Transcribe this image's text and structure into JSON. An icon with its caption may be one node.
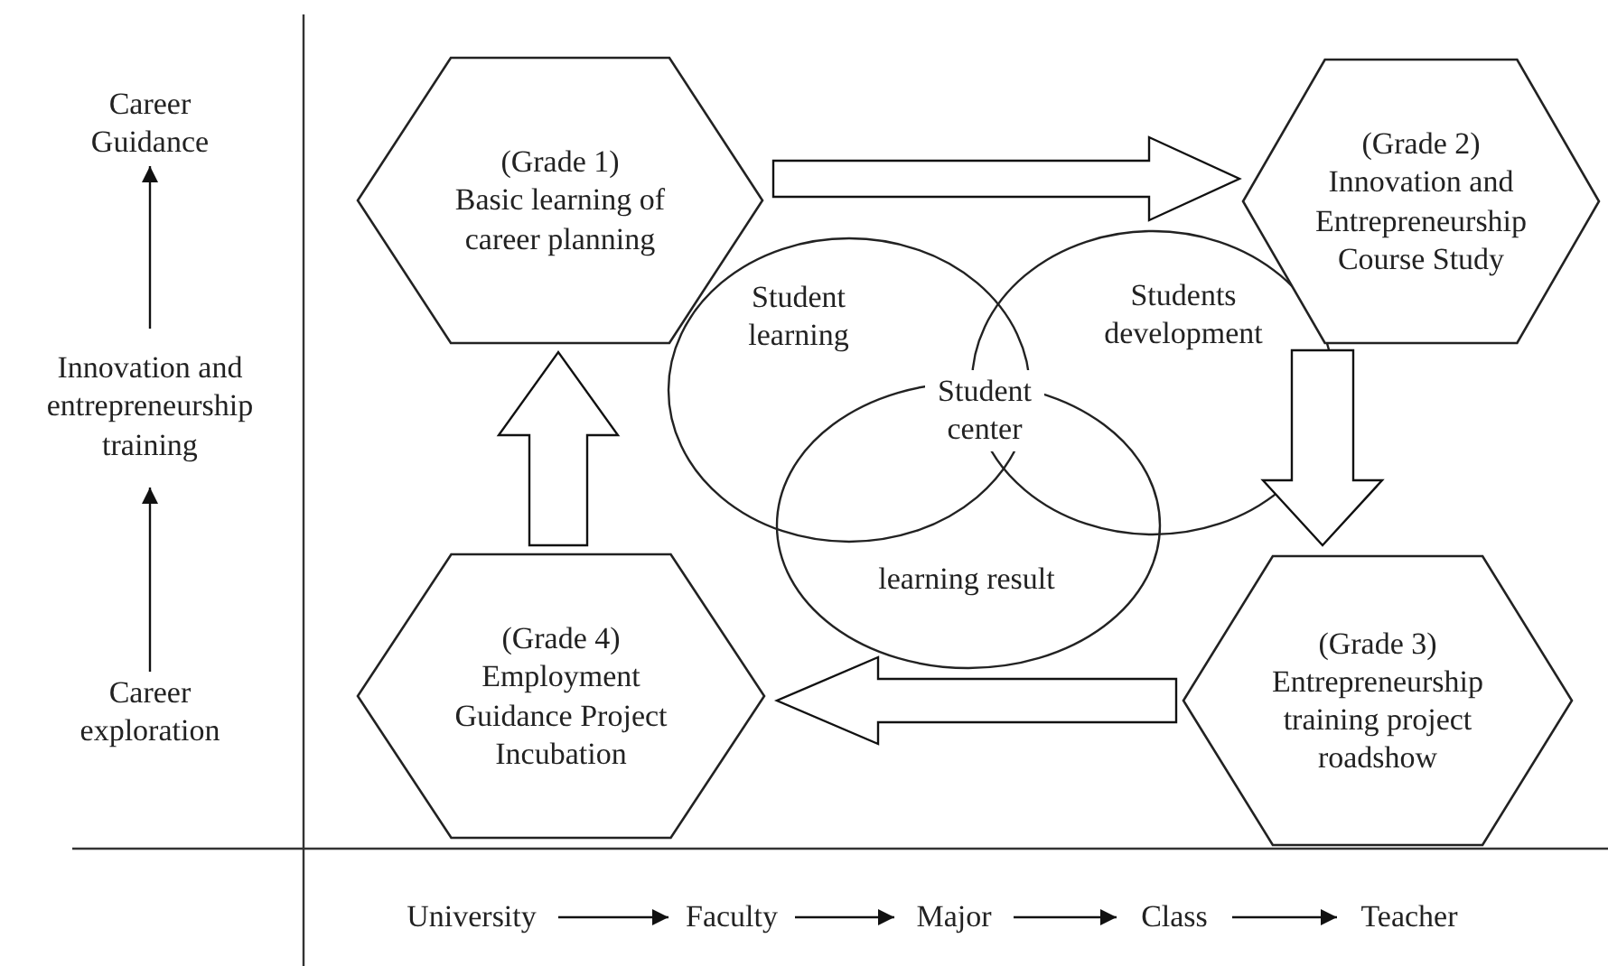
{
  "diagram": {
    "nodes": [
      {
        "text": [
          "Career Guidance"
        ]
      },
      {
        "text": [
          "Innovation and entrepreneurship training"
        ]
      },
      {
        "text": [
          "Career exploration"
        ]
      },
      {
        "text": [
          "(Grade 1)",
          "Basic learning of career planning"
        ]
      },
      {
        "text": [
          "(Grade 2)",
          "Innovation and Entrepreneurship Course Study"
        ]
      },
      {
        "text": [
          "(Grade 3)",
          "Entrepreneurship training project roadshow"
        ]
      },
      {
        "text": [
          "(Grade 4)",
          "Employment Guidance Project Incubation"
        ]
      },
      {
        "text": [
          "Student learning"
        ]
      },
      {
        "text": [
          "Students development"
        ]
      },
      {
        "text": [
          "learning result"
        ]
      },
      {
        "text": [
          "University"
        ]
      },
      {
        "text": [
          "Faculty"
        ]
      },
      {
        "text": [
          "Major"
        ]
      },
      {
        "text": [
          "Class"
        ]
      },
      {
        "text": [
          "Teacher"
        ]
      }
    ],
    "edges": [
      {
        "from": 2,
        "to": 1,
        "arrow": "to"
      },
      {
        "from": 1,
        "to": 0,
        "arrow": "to"
      },
      {
        "from": 3,
        "to": 4,
        "arrow": "to"
      },
      {
        "from": 4,
        "to": 5,
        "arrow": "to"
      },
      {
        "from": 5,
        "to": 6,
        "arrow": "to"
      },
      {
        "from": 6,
        "to": 3,
        "arrow": "to"
      },
      {
        "from": 10,
        "to": 11,
        "arrow": "to"
      },
      {
        "from": 11,
        "to": 12,
        "arrow": "to"
      },
      {
        "from": 12,
        "to": 13,
        "arrow": "to"
      },
      {
        "from": 13,
        "to": 14,
        "arrow": "to"
      }
    ],
    "labels": [
      "Student center"
    ]
  }
}
